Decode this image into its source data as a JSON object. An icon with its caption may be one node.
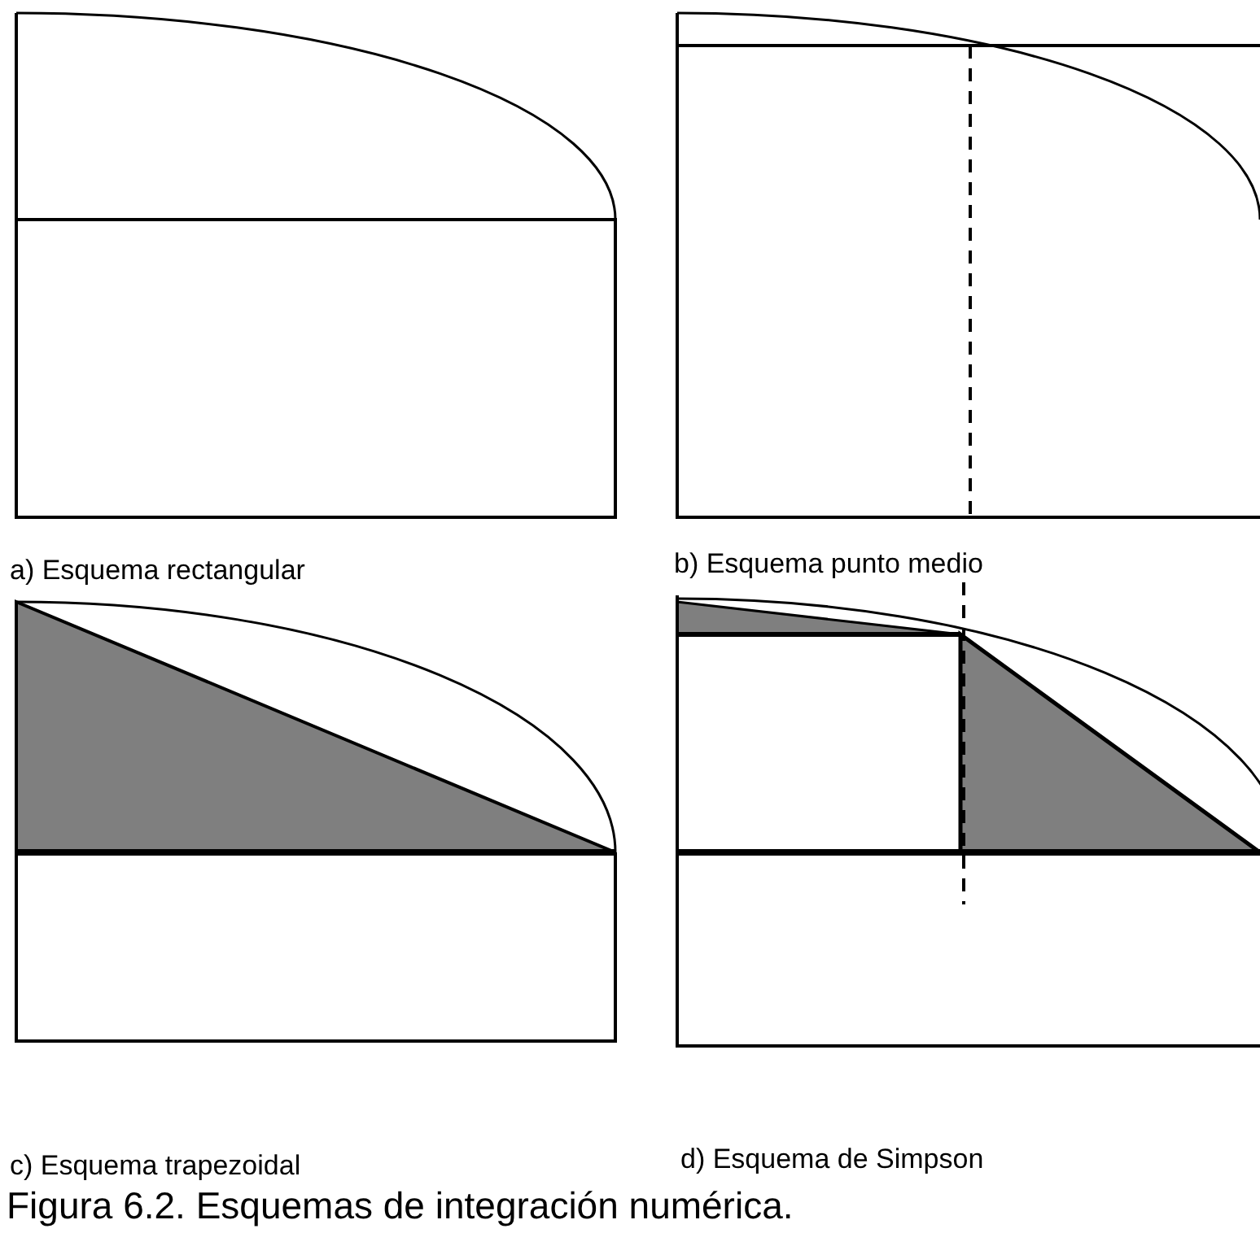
{
  "diagram": {
    "caption": "Figura 6.2. Esquemas de integración numérica.",
    "labels": [
      "a) Esquema rectangular",
      "b) Esquema punto medio",
      "c) Esquema trapezoidal",
      "d) Esquema de Simpson"
    ]
  }
}
